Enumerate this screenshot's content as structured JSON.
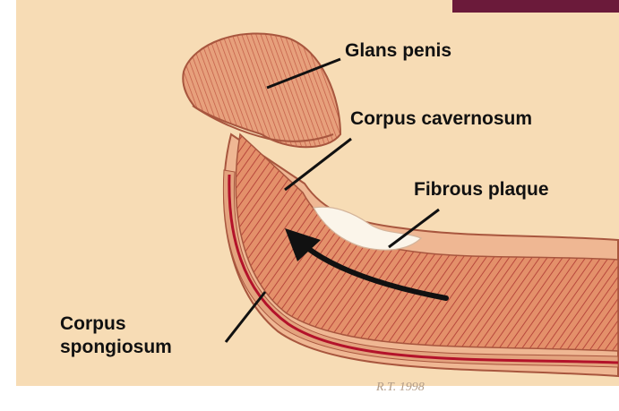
{
  "labels": {
    "glans": "Glans penis",
    "cavernosum": "Corpus cavernosum",
    "plaque": "Fibrous plaque",
    "spongiosum_line1": "Corpus",
    "spongiosum_line2": "spongiosum"
  },
  "signature": "R.T. 1998",
  "colors": {
    "background": "#f7dcb5",
    "tissue": "#e08a60",
    "tissue_dark": "#b5443a",
    "artery": "#b3122a",
    "plaque": "#fbf5ea",
    "corner_strip": "#6b1a3a",
    "text": "#111111"
  }
}
